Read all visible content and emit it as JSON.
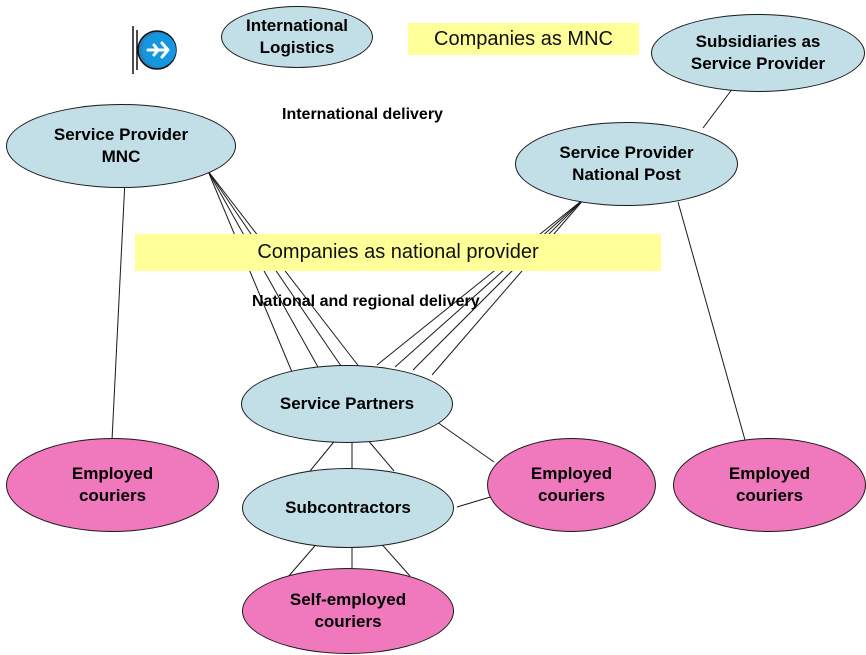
{
  "colors": {
    "provider_fill": "#c2dfe8",
    "courier_fill": "#f079be",
    "band_fill": "#ffff99",
    "plane_icon": "#1597e0"
  },
  "nodes": {
    "international_logistics": "International\nLogistics",
    "subsidiaries": "Subsidiaries as\nService Provider",
    "provider_mnc": "Service Provider\nMNC",
    "provider_national_post": "Service Provider\nNational Post",
    "service_partners": "Service Partners",
    "subcontractors": "Subcontractors",
    "couriers_left": "Employed\ncouriers",
    "couriers_middle": "Employed\ncouriers",
    "couriers_right": "Employed\ncouriers",
    "self_employed": "Self-employed\ncouriers"
  },
  "bands": {
    "mnc": "Companies as MNC",
    "national": "Companies as national provider"
  },
  "captions": {
    "international": "International delivery",
    "national": "National and regional delivery"
  },
  "icons": {
    "plane": "airplane-icon"
  },
  "edges": [
    [
      "provider_mnc",
      "couriers_left"
    ],
    [
      "provider_mnc",
      "service_partners"
    ],
    [
      "provider_national_post",
      "service_partners"
    ],
    [
      "provider_national_post",
      "couriers_right"
    ],
    [
      "provider_national_post",
      "subsidiaries"
    ],
    [
      "service_partners",
      "subcontractors"
    ],
    [
      "service_partners",
      "couriers_middle"
    ],
    [
      "subcontractors",
      "couriers_middle"
    ],
    [
      "subcontractors",
      "self_employed"
    ]
  ]
}
